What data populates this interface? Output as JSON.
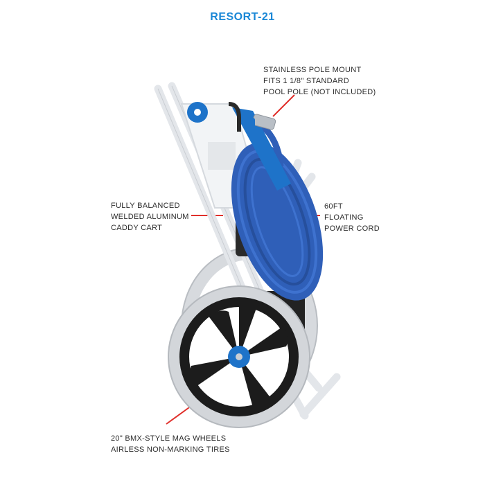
{
  "title": "RESORT-21",
  "callouts": {
    "pole_mount": [
      "STAINLESS POLE MOUNT",
      "FITS 1 1/8\" STANDARD",
      "POOL POLE (NOT INCLUDED)"
    ],
    "caddy_cart": [
      "FULLY BALANCED",
      "WELDED ALUMINUM",
      "CADDY CART"
    ],
    "power_cord": [
      "60FT",
      "FLOATING",
      "POWER CORD"
    ],
    "wheels": [
      "20\" BMX-STYLE MAG WHEELS",
      "AIRLESS NON-MARKING TIRES"
    ]
  },
  "colors": {
    "title": "#1a87d6",
    "callout_line": "#e0302b",
    "cord_blue": "#2f5fb8",
    "accent_blue": "#1e73c9",
    "frame": "#e9ebee",
    "tire": "#d3d6da",
    "hub": "#1c1c1c"
  }
}
